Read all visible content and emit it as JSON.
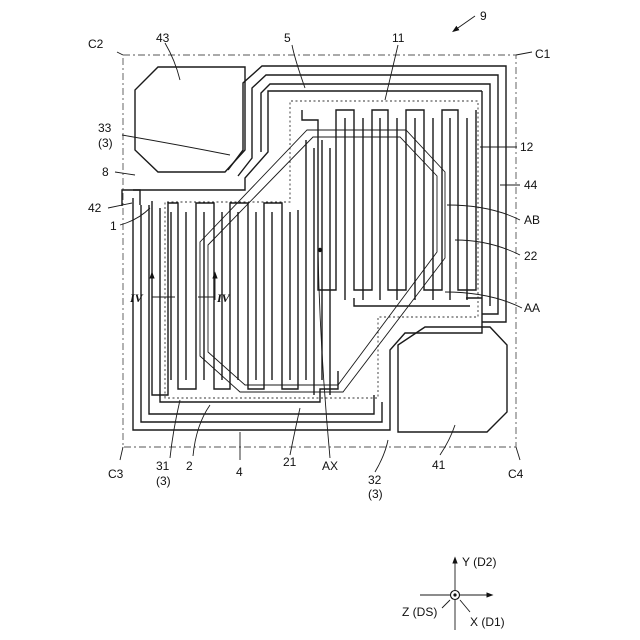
{
  "figure_number": "9",
  "labels": {
    "c1": "C1",
    "c2": "C2",
    "c3": "C3",
    "c4": "C4",
    "l43": "43",
    "l5": "5",
    "l11": "11",
    "l33": "33",
    "l33sub": "(3)",
    "l8": "8",
    "l42": "42",
    "l1": "1",
    "l12": "12",
    "l44": "44",
    "lAB": "AB",
    "l22": "22",
    "lAA": "AA",
    "l31": "31",
    "l31sub": "(3)",
    "l2": "2",
    "l4": "4",
    "l21": "21",
    "lAX": "AX",
    "l32": "32",
    "l32sub": "(3)",
    "l41": "41",
    "iv_left": "IV",
    "iv_right": "IV"
  },
  "axes": {
    "y": "Y (D2)",
    "z": "Z (DS)",
    "x": "X (D1)"
  }
}
